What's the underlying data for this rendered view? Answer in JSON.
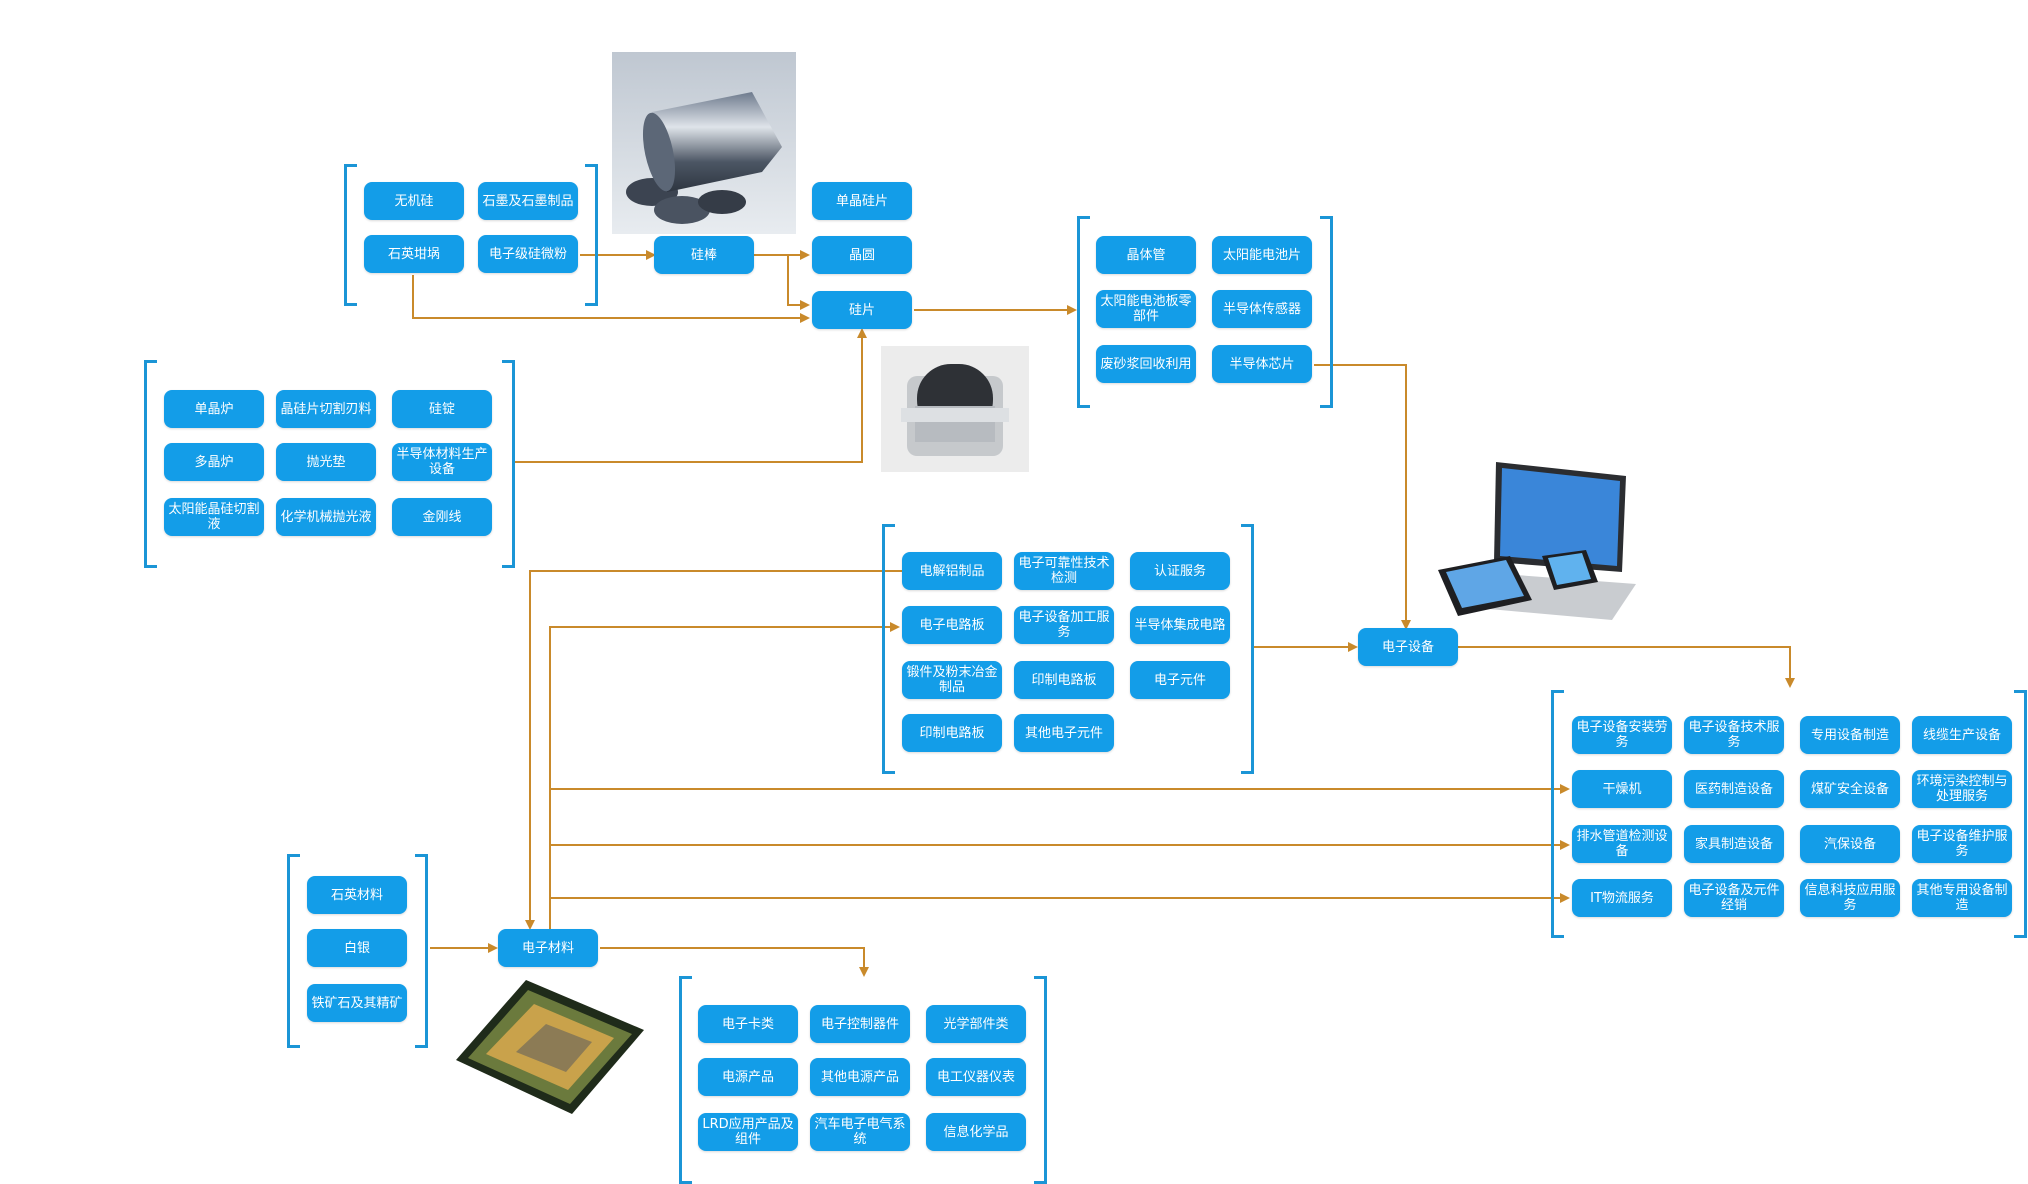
{
  "nodes": {
    "wujigui": "无机硅",
    "shimo": "石墨及石墨制品",
    "shiying_ganguo": "石英坩埚",
    "guiweifen": "电子级硅微粉",
    "guibang": "硅棒",
    "danjinggui": "单晶硅片",
    "jingyuan": "晶圆",
    "guipian": "硅片",
    "danjinglu": "单晶炉",
    "qiege_renliao": "晶硅片切割刃料",
    "guiding": "硅锭",
    "duojinglu": "多晶炉",
    "paoguangdian": "抛光垫",
    "bandaoti_cailiao_shebei": "半导体材料生产设备",
    "taiyangneng_qiegeye": "太阳能晶硅切割液",
    "huaxue_paoguangye": "化学机械抛光液",
    "jingangxian": "金刚线",
    "jingtiguan": "晶体管",
    "taiyangneng_dianchipian": "太阳能电池片",
    "taiyangneng_lingbujian": "太阳能电池板零部件",
    "bandaoti_chuanganqi": "半导体传感器",
    "feishajiang": "废砂浆回收利用",
    "bandaoti_xinpian": "半导体芯片",
    "dianjielv": "电解铝制品",
    "kekaoxing_jiance": "电子可靠性技术检测",
    "renzheng": "认证服务",
    "dianzi_dianluban": "电子电路板",
    "shebei_jiagong": "电子设备加工服务",
    "jicheng_dianlu": "半导体集成电路",
    "duanjian_fenmo": "锻件及粉末冶金制品",
    "yinzhi_dianluban_1": "印制电路板",
    "dianzi_yuanjian": "电子元件",
    "yinzhi_dianluban_2": "印制电路板",
    "qita_yuanjian": "其他电子元件",
    "dianzi_shebei": "电子设备",
    "shebei_anzhuang": "电子设备安装劳务",
    "shebei_jishu": "电子设备技术服务",
    "zhuanyong_zhizao": "专用设备制造",
    "xianlan_shebei": "线缆生产设备",
    "ganzaoji": "干燥机",
    "yiyao_shebei": "医药制造设备",
    "meikuang_shebei": "煤矿安全设备",
    "huanjing_wuran": "环境污染控制与处理服务",
    "paishui_jiance": "排水管道检测设备",
    "jiaju_shebei": "家具制造设备",
    "qibao_shebei": "汽保设备",
    "shebei_weihu": "电子设备维护服务",
    "it_wuliu": "IT物流服务",
    "shebei_jingxiao": "电子设备及元件经销",
    "xinxi_keji": "信息科技应用服务",
    "qita_zhuanyong": "其他专用设备制造",
    "shiying_cailiao": "石英材料",
    "baiyin": "白银",
    "tiekuangshi": "铁矿石及其精矿",
    "dianzi_cailiao": "电子材料",
    "dianzi_kalei": "电子卡类",
    "kongzhi_qijian": "电子控制器件",
    "guangxue_bujian": "光学部件类",
    "dianyuan_chanpin": "电源产品",
    "qita_dianyuan": "其他电源产品",
    "diangong_yiqi": "电工仪器仪表",
    "lrd_chanpin": "LRD应用产品及组件",
    "qiche_dianqi": "汽车电子电气系统",
    "xinxi_huaxue": "信息化学品"
  },
  "colors": {
    "node": "#139de8",
    "bracket": "#1b95d6",
    "arrow": "#c98a2b"
  },
  "icons": [
    "silicon-ingot-photo",
    "wafer-cassette-photo",
    "laptop-tablet-phone-photo",
    "cpu-chip-photo"
  ]
}
